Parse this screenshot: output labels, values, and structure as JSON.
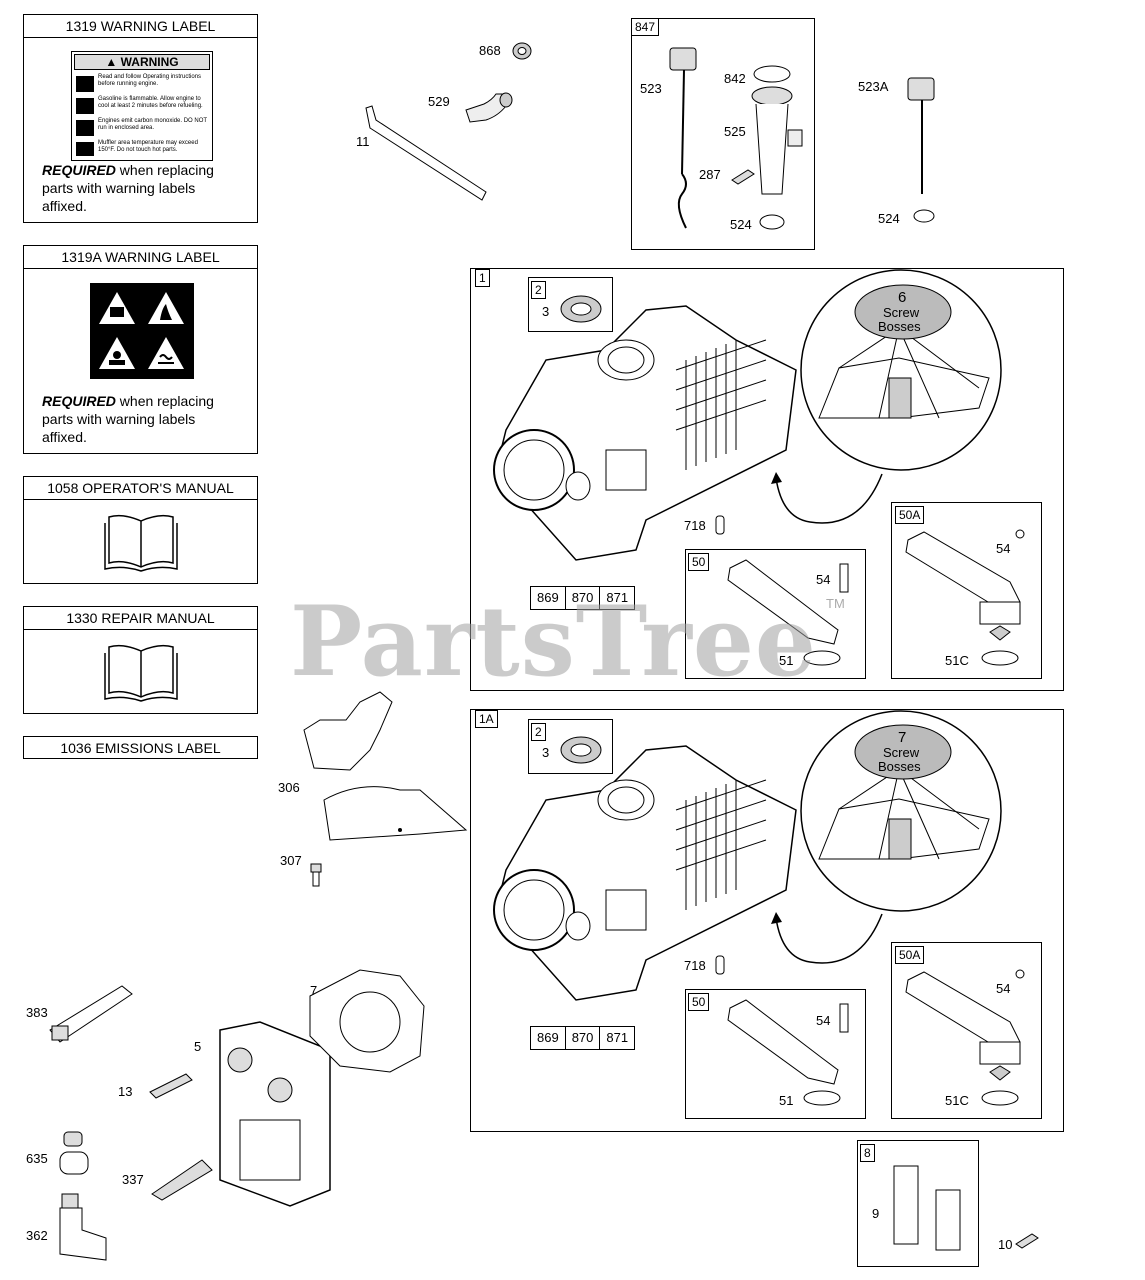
{
  "labels_panel": {
    "warning_1319": {
      "title": "1319 WARNING LABEL",
      "warning_word": "WARNING",
      "lines": [
        "Read and follow Operating instructions before running engine.",
        "Gasoline is flammable. Allow engine to cool at least 2 minutes before refueling.",
        "Engines emit carbon monoxide. DO NOT run in enclosed area.",
        "Muffler area temperature may exceed 150°F. Do not touch hot parts."
      ],
      "required_bold": "REQUIRED",
      "required_rest_1": " when replacing",
      "required_rest_2": "parts with warning labels",
      "required_rest_3": "affixed."
    },
    "warning_1319a": {
      "title": "1319A WARNING LABEL",
      "required_bold": "REQUIRED",
      "required_rest_1": " when replacing",
      "required_rest_2": "parts with warning labels",
      "required_rest_3": "affixed."
    },
    "operators_manual": {
      "title": "1058 OPERATOR'S MANUAL"
    },
    "repair_manual": {
      "title": "1330 REPAIR MANUAL"
    },
    "emissions_label": {
      "title": "1036 EMISSIONS LABEL"
    }
  },
  "top_parts": {
    "p868": "868",
    "p529": "529",
    "p11": "11",
    "group_847": {
      "box": "847",
      "p523": "523",
      "p842": "842",
      "p525": "525",
      "p287": "287",
      "p524": "524"
    },
    "p523a": "523A",
    "p524b": "524"
  },
  "block_1": {
    "box": "1",
    "sub2": {
      "box": "2",
      "p3": "3"
    },
    "bosses_num": "6",
    "bosses_text": [
      "Screw",
      "Bosses"
    ],
    "p718": "718",
    "refs": [
      "869",
      "870",
      "871"
    ],
    "sub50": {
      "box": "50",
      "p54": "54",
      "p51": "51"
    },
    "sub50a": {
      "box": "50A",
      "p54": "54",
      "p51c": "51C"
    }
  },
  "block_1a": {
    "box": "1A",
    "sub2": {
      "box": "2",
      "p3": "3"
    },
    "bosses_num": "7",
    "bosses_text": [
      "Screw",
      "Bosses"
    ],
    "p718": "718",
    "refs": [
      "869",
      "870",
      "871"
    ],
    "sub50": {
      "box": "50",
      "p54": "54",
      "p51": "51"
    },
    "sub50a": {
      "box": "50A",
      "p54": "54",
      "p51c": "51C"
    }
  },
  "left_parts": {
    "p306": "306",
    "p307": "307",
    "p383": "383",
    "p5": "5",
    "p7": "7",
    "p13": "13",
    "p635": "635",
    "p337": "337",
    "p362": "362"
  },
  "group_8": {
    "box": "8",
    "p9": "9",
    "p10": "10"
  },
  "watermark": {
    "text": "PartsTree",
    "tm": "TM"
  }
}
